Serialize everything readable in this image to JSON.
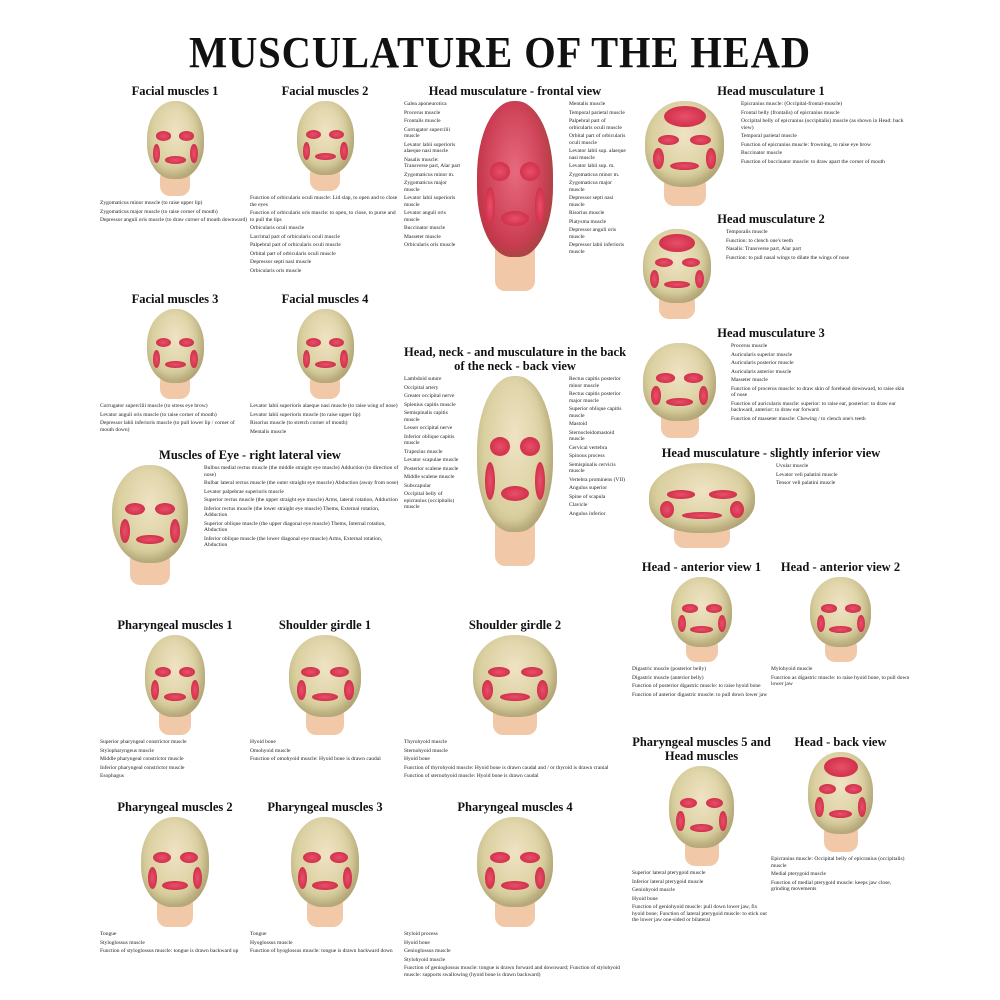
{
  "title": "MUSCULATURE OF THE HEAD",
  "panels": {
    "facial1": {
      "title": "Facial muscles 1",
      "labels": [
        "Zygomaticus minor muscle (to raise upper lip)",
        "Zygomaticus major muscle (to raise corner of mouth)",
        "Depressor anguli oris muscle (to draw corner of mouth downward)"
      ]
    },
    "facial2": {
      "title": "Facial muscles 2",
      "labels": [
        "Function of orbicularis oculi muscle: Lid slap, to open and to close the eyes",
        "Function of orbicularis oris muscle: to open, to close, to purse and to pull the lips",
        "Orbicularis oculi muscle",
        "Lacrimal part of orbicularis oculi muscle",
        "Palpebral part of orbicularis oculi muscle",
        "Orbital part of orbicularis oculi muscle",
        "Depressor septi nasi muscle",
        "Orbicularis oris muscle"
      ]
    },
    "frontal": {
      "title": "Head musculature - frontal view",
      "labels": [
        "Galea aponeurotica",
        "Procerus muscle",
        "Frontalis muscle",
        "Corrugator supercilii muscle",
        "Levator labii superioris alaeque nasi muscle",
        "Nasalis muscle: Transverse part, Alar part",
        "Zygomaticus minor m.",
        "Zygomaticus major muscle",
        "Levator labii superioris muscle",
        "Levator anguli oris muscle",
        "Buccinator muscle",
        "Masseter muscle",
        "Orbicularis oris muscle",
        "Mentalis muscle",
        "Temporal parietal muscle",
        "Palpebral part of orbicularis oculi muscle",
        "Orbital part of orbicularis oculi muscle",
        "Levator labii sup. alaeque nasi muscle",
        "Levator labii sup. m.",
        "Zygomaticus minor m.",
        "Zygomaticus major muscle",
        "Depressor septi nasi muscle",
        "Risorius muscle",
        "Platysma muscle",
        "Depressor anguli oris muscle",
        "Depressor labii inferioris muscle"
      ]
    },
    "hm1": {
      "title": "Head musculature 1",
      "labels": [
        "Epicranius muscle: (Occipital-frontal-muscle)",
        "Frontal belly (frontalis) of epicranius muscle",
        "Occipital belly of epicranius (occipitalis) muscle (as shown in Head: back view)",
        "Temporal parietal muscle",
        "Function of epicranius muscle: frowning, to raise eye brow",
        "Buccinator muscle",
        "Function of buccinator muscle: to draw apart the corner of mouth"
      ]
    },
    "hm2": {
      "title": "Head musculature 2",
      "labels": [
        "Temporalis muscle",
        "Function: to clench one's teeth",
        "Nasalis: Transverse part, Alar part",
        "Function: to pull nasal wings to dilate the wings of nose"
      ]
    },
    "facial3": {
      "title": "Facial muscles 3",
      "labels": [
        "Corrugator supercilii muscle (to stress eye brow)",
        "Levator anguli oris muscle (to raise corner of mouth)",
        "Depressor labii inferioris muscle (to pull lower lip / corner of mouth down)"
      ]
    },
    "facial4": {
      "title": "Facial muscles 4",
      "labels": [
        "Levator labii superioris alaeque nasi muscle (to raise wing of nose)",
        "Levator labii superioris muscle (to raise upper lip)",
        "Risorius muscle (to stretch corner of mouth)",
        "Mentalis muscle"
      ]
    },
    "hm3": {
      "title": "Head musculature 3",
      "labels": [
        "Procerus muscle",
        "Auricularis superior muscle",
        "Auricularis posterior muscle",
        "Auricularis anterior muscle",
        "Masseter muscle",
        "Function of procerus muscle: to draw skin of forehead downward, to raise skin of nose",
        "Function of auricularis muscle: superior: to raise ear, posterior: to draw ear backward, anterior: to draw ear forward",
        "Function of masseter muscle: Chewing / to clench one's teeth"
      ]
    },
    "back": {
      "title": "Head, neck - and musculature in the back of the neck - back view",
      "labels": [
        "Lambdoid suture",
        "Occipital artery",
        "Greater occipital nerve",
        "Splenius capitis muscle",
        "Semispinalis capitis muscle",
        "Lesser occipital nerve",
        "Inferior oblique capitis muscle",
        "Trapezius muscle",
        "Levator scapulae muscle",
        "Posterior scalene muscle",
        "Middle scalene muscle",
        "Subscapular",
        "Occipital belly of epicranius (occipitalis) muscle",
        "Rectus capitis posterior minor muscle",
        "Rectus capitis posterior major muscle",
        "Superior oblique capitis muscle",
        "Mastoid",
        "Sternocleidomastoid muscle",
        "Cervical vertebra",
        "Spinous process",
        "Semispinalis cervicis muscle",
        "Vertebra prominens (VII)",
        "Angulus superior",
        "Spine of scapula",
        "Clavicle",
        "Angulus inferior"
      ]
    },
    "eye": {
      "title": "Muscles of Eye - right lateral view",
      "labels": [
        "Bulbus medial rectus muscle (the middle straight eye muscle) Adduction (to direction of nose)",
        "Bulbar lateral rectus muscle (the outer straight eye muscle) Abduction (away from nose)",
        "Levator palpebrae superioris muscle",
        "Superior rectus muscle (the upper straight eye muscle) Arms, lateral rotation, Adduction",
        "Inferior rectus muscle (the lower straight eye muscle) Thems, External rotation, Adduction",
        "Superior oblique muscle (the upper diagonal eye muscle) Thems, Internal rotation, Abduction",
        "Inferior oblique muscle (the lower diagonal eye muscle) Arms, External rotation, Abduction"
      ]
    },
    "inferior": {
      "title": "Head musculature - slightly inferior view",
      "labels": [
        "Uvular muscle",
        "Levator veli palatini muscle",
        "Tensor veli palatini muscle"
      ]
    },
    "phar1": {
      "title": "Pharyngeal muscles 1",
      "labels": [
        "Superior pharyngeal constrictor muscle",
        "Stylopharyngeus muscle",
        "Middle pharyngeal constrictor muscle",
        "Inferior pharyngeal constrictor muscle",
        "Esophagus"
      ]
    },
    "sg1": {
      "title": "Shoulder girdle 1",
      "labels": [
        "Hyoid bone",
        "Omohyoid muscle",
        "Function of omohyoid muscle: Hyoid bone is drawn caudal"
      ]
    },
    "sg2": {
      "title": "Shoulder girdle 2",
      "labels": [
        "Thyrohyoid muscle",
        "Sternohyoid muscle",
        "Hyoid bone",
        "Function of thyrohyoid muscle: Hyoid bone is drawn caudal and / or thyroid is drawn cranial",
        "Function of sternohyoid muscle: Hyoid bone is drawn caudal"
      ]
    },
    "ant1": {
      "title": "Head - anterior view 1",
      "labels": [
        "Digastric muscle (posterior belly)",
        "Digastric muscle (anterior belly)",
        "Function of posterior digastric muscle: to raise hyoid bone",
        "Function of anterior digastric muscle: to pull down lower jaw"
      ]
    },
    "ant2": {
      "title": "Head - anterior view 2",
      "labels": [
        "Mylohyoid muscle",
        "Function as digastric muscle: to raise hyoid bone, to pull down lower jaw"
      ]
    },
    "phar2": {
      "title": "Pharyngeal muscles 2",
      "labels": [
        "Tongue",
        "Styloglossus muscle",
        "Function of styloglossus muscle: tongue is drawn backward up"
      ]
    },
    "phar3": {
      "title": "Pharyngeal muscles 3",
      "labels": [
        "Tongue",
        "Hyoglossus muscle",
        "Function of hyoglossus muscle: tongue is drawn backward down"
      ]
    },
    "phar4": {
      "title": "Pharyngeal muscles 4",
      "labels": [
        "Styloid process",
        "Hyoid bone",
        "Genioglossus muscle",
        "Stylohyoid muscle",
        "Function of genioglossus muscle: tongue is drawn forward and downward; Function of stylohyoid muscle: supports swallowing (hyoid bone is drawn backward)"
      ]
    },
    "phar5": {
      "title": "Pharyngeal muscles 5 and Head muscles",
      "labels": [
        "Superior lateral pterygoid muscle",
        "Inferior lateral pterygoid muscle",
        "Geniohyoid muscle",
        "Hyoid bone",
        "Function of geniohyoid muscle: pull down lower jaw, fix hyoid bone; Function of lateral pterygoid muscle: to stick out the lower jaw one-sided or bilateral"
      ]
    },
    "backview": {
      "title": "Head - back view",
      "labels": [
        "Epicranius muscle: Occipital belly of epicranius (occipitalis) muscle",
        "Medial pterygoid muscle",
        "Function of medial pterygoid muscle: keeps jaw close, grinding movements"
      ]
    }
  },
  "colors": {
    "muscle": "#c8243e",
    "bone": "#d9cf9e",
    "skin": "#f1c9a8"
  }
}
